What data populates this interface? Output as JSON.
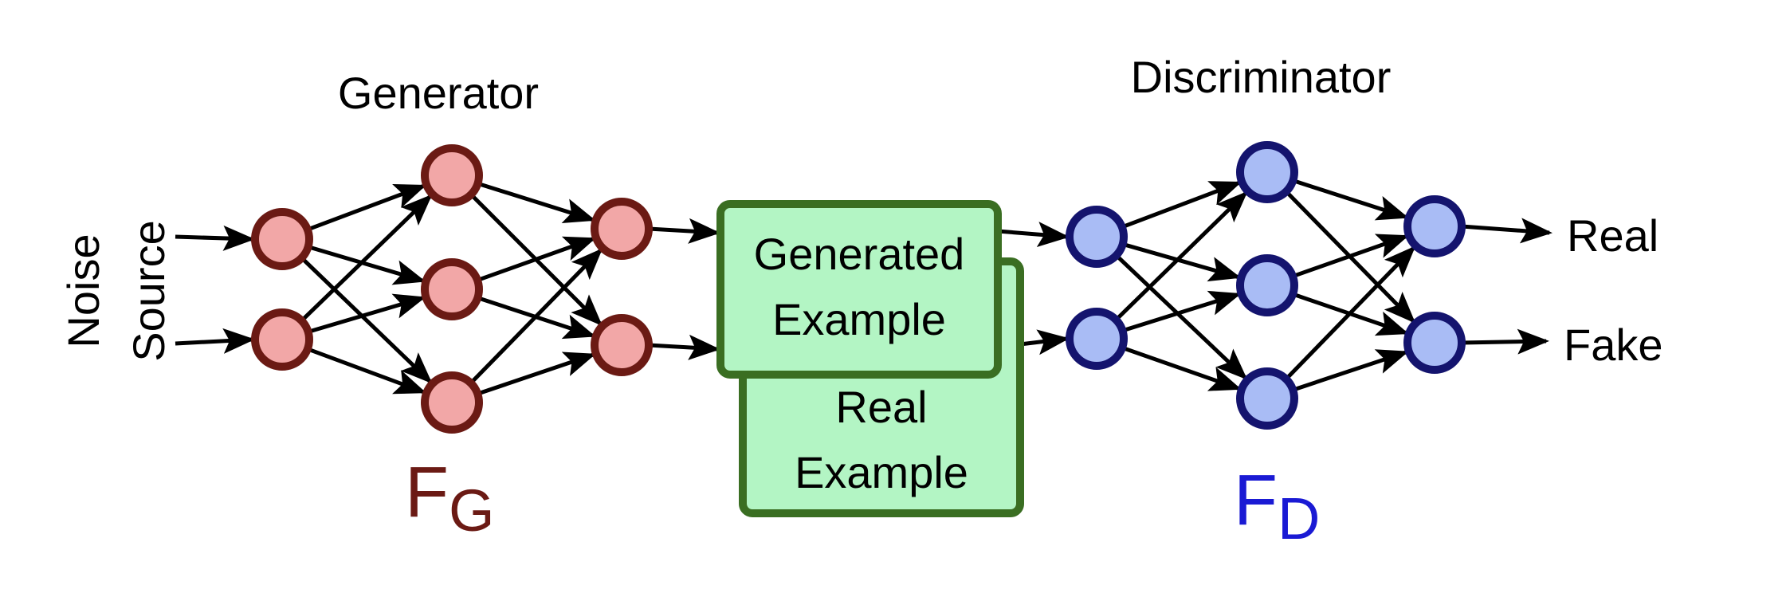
{
  "generator": {
    "title": "Generator",
    "symbol": "F",
    "subscript": "G",
    "input_label_line1": "Noise",
    "input_label_line2": "Source",
    "node_fill": "#f2a7a7",
    "node_stroke": "#6b1a14",
    "symbol_color": "#6b1a14"
  },
  "discriminator": {
    "title": "Discriminator",
    "symbol": "F",
    "subscript": "D",
    "node_fill": "#a9bcf5",
    "node_stroke": "#14146e",
    "symbol_color": "#1a1ad4",
    "outputs": [
      "Real",
      "Fake"
    ]
  },
  "examples": {
    "generated_line1": "Generated",
    "generated_line2": "Example",
    "real_line1": "Real",
    "real_line2": "Example",
    "box_fill": "#b3f5c4",
    "box_stroke": "#3a6e22"
  }
}
